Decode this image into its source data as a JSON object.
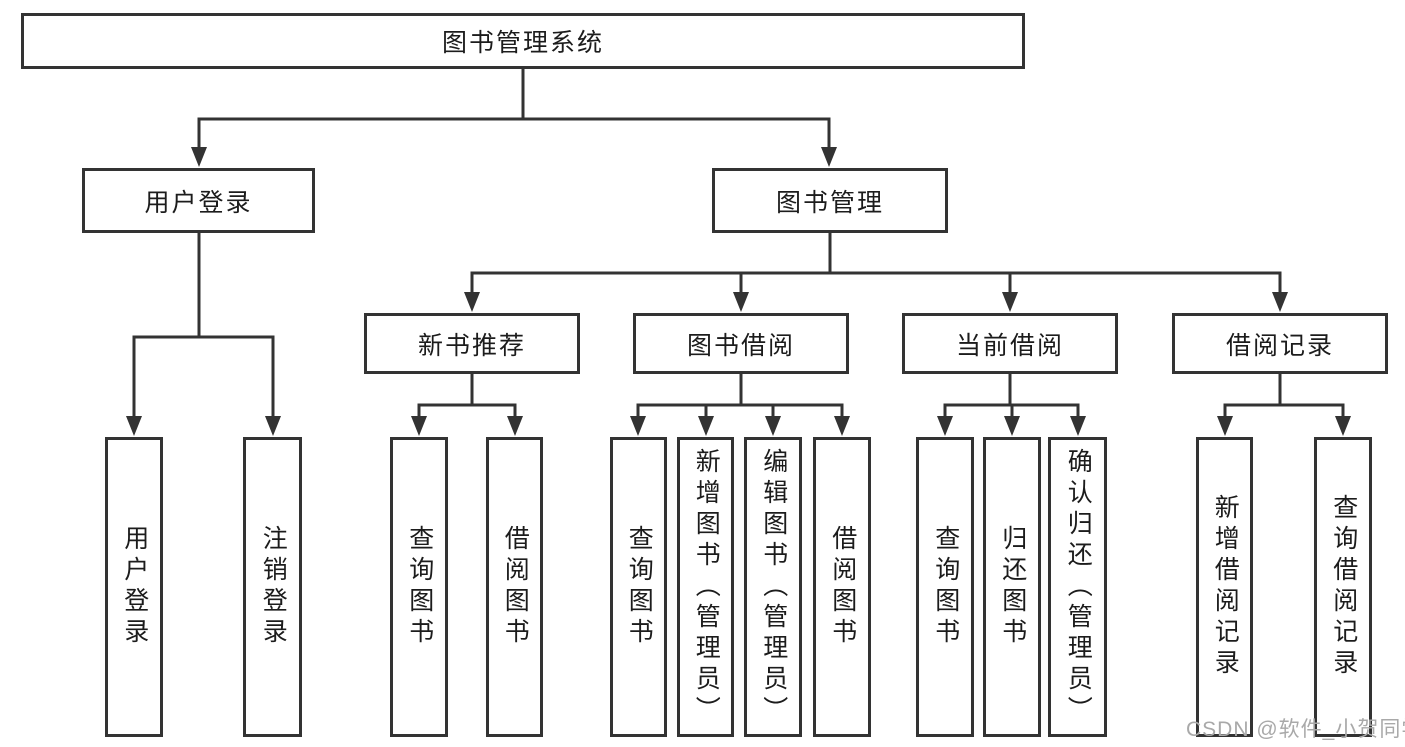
{
  "diagram": {
    "root": {
      "label": "图书管理系统"
    },
    "level2": {
      "user_login": {
        "label": "用户登录"
      },
      "book_management": {
        "label": "图书管理"
      }
    },
    "level3": {
      "new_book_recommend": {
        "label": "新书推荐"
      },
      "book_borrow": {
        "label": "图书借阅"
      },
      "current_borrow": {
        "label": "当前借阅"
      },
      "borrow_record": {
        "label": "借阅记录"
      }
    },
    "leaves": {
      "user_login": {
        "label": "用户登录"
      },
      "logout": {
        "label": "注销登录"
      },
      "recommend_query_books": {
        "label": "查询图书"
      },
      "recommend_borrow_books": {
        "label": "借阅图书"
      },
      "borrow_query_books": {
        "label": "查询图书"
      },
      "borrow_add_books": {
        "label": "新增图书（管理员）"
      },
      "borrow_edit_books": {
        "label": "编辑图书（管理员）"
      },
      "borrow_borrow_books": {
        "label": "借阅图书"
      },
      "current_query_books": {
        "label": "查询图书"
      },
      "current_return_books": {
        "label": "归还图书"
      },
      "current_confirm_return": {
        "label": "确认归还（管理员）"
      },
      "record_add_record": {
        "label": "新增借阅记录"
      },
      "record_query_record": {
        "label": "查询借阅记录"
      }
    }
  },
  "watermark": {
    "text": "CSDN @软件_小贺同学"
  },
  "colors": {
    "line": "#333333",
    "box_border": "#333333",
    "background": "#ffffff",
    "text": "#1c1c1c",
    "watermark": "#a9a9a9"
  }
}
